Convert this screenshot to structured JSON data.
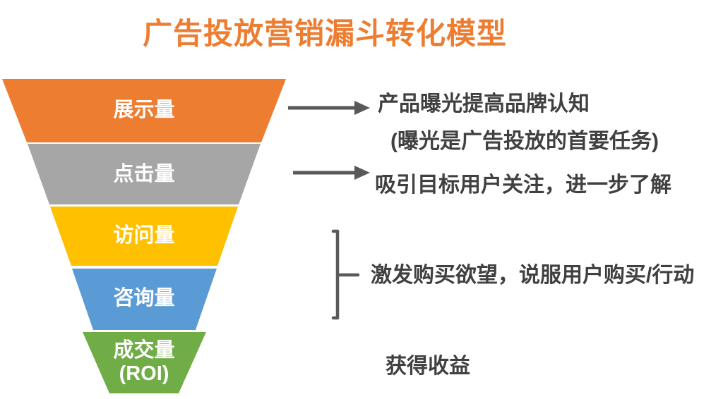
{
  "title": "广告投放营销漏斗转化模型",
  "funnel": {
    "layers": [
      {
        "label": "展示量",
        "color": "#ED7D31"
      },
      {
        "label": "点击量",
        "color": "#A6A6A6"
      },
      {
        "label": "访问量",
        "color": "#FFC000"
      },
      {
        "label": "咨询量",
        "color": "#5B9BD5"
      },
      {
        "label": "成交量",
        "label_line2": "(ROI)",
        "color": "#70AD47"
      }
    ]
  },
  "annotations": {
    "impressions_line1": "产品曝光提高品牌认知",
    "impressions_line2": "(曝光是广告投放的首要任务)",
    "clicks": "吸引目标用户关注，进一步了解",
    "consideration": "激发购买欲望，说服用户购买/行动",
    "revenue": "获得收益"
  },
  "colors": {
    "title": "#ED7D31",
    "annotation_text": "#404040",
    "arrow": "#595959",
    "label_text": "#FFFFFF",
    "background": "#FFFFFF"
  }
}
